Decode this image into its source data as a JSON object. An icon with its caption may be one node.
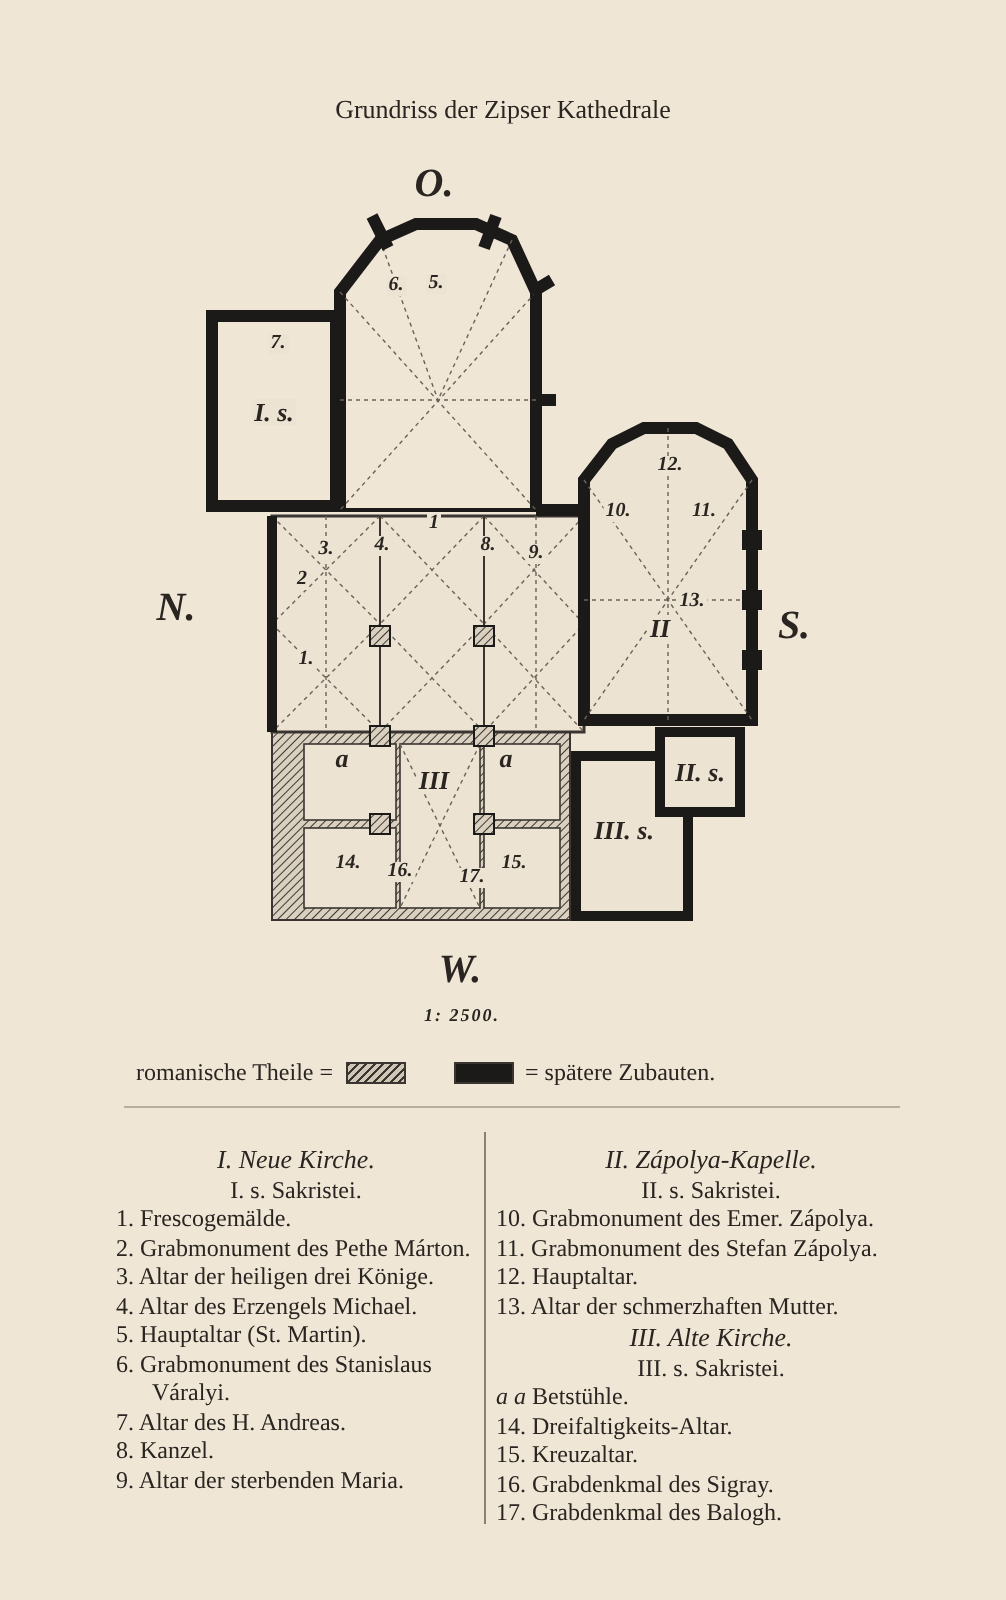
{
  "diagram": {
    "title": "Grundriss der Zipser Kathedrale",
    "labels": [
      "O.",
      "6.",
      "5.",
      "7.",
      "I. s.",
      "12.",
      "10.",
      "11.",
      "1",
      "3.",
      "4.",
      "8.",
      "9.",
      "2",
      "N.",
      "13.",
      "S.",
      "II",
      "1.",
      "a",
      "III",
      "a",
      "II. s.",
      "III. s.",
      "14.",
      "16.",
      "17.",
      "15.",
      "W.",
      "1: 2500.",
      "I. Neue Kirche.",
      "I. s. Sakristei.",
      "1. Frescogemälde.",
      "2. Grabmonument des Pethe Márton.",
      "3. Altar der heiligen drei Könige.",
      "4. Altar des Erzengels Michael.",
      "5. Hauptaltar (St. Martin).",
      "6. Grabmonument des Stanislaus Váralyi.",
      "7. Altar des H. Andreas.",
      "8. Kanzel.",
      "9. Altar der sterbenden Maria.",
      "II. Zápolya-Kapelle.",
      "II. s. Sakristei.",
      "10. Grabmonument des Emer. Zápolya.",
      "11. Grabmonument des Stefan Zápolya.",
      "12. Hauptaltar.",
      "13. Altar der schmerzhaften Mutter.",
      "III. Alte Kirche.",
      "III. s. Sakristei.",
      "*a a* Betstühle.",
      "14. Dreifaltigkeits-Altar.",
      "15. Kreuzaltar.",
      "16. Grabdenkmal des Sigray.",
      "17. Grabdenkmal des Balogh."
    ],
    "legend": [
      {
        "text": "romanische Theile ="
      },
      {
        "text": "= spätere Zubauten.",
        "color": "#1c1a18"
      }
    ]
  }
}
